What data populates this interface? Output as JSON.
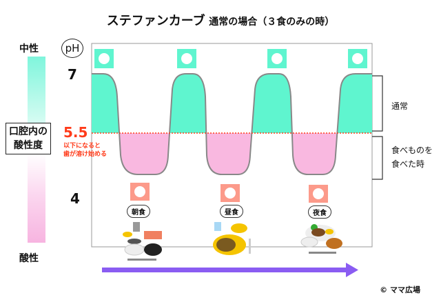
{
  "title": {
    "main": "ステファンカーブ",
    "sub": "通常の場合（３食のみの時）"
  },
  "scale": {
    "top": "中性",
    "bottom": "酸性",
    "box_line1": "口腔内の",
    "box_line2": "酸性度"
  },
  "axis": {
    "unit": "pH",
    "tick_7": "7",
    "tick_55": "5.5",
    "tick_4": "4",
    "note_line1": "以下になると",
    "note_line2": "歯が溶け始める"
  },
  "brackets": {
    "normal": "通常",
    "eating_line1": "食べものを",
    "eating_line2": "食べた時"
  },
  "meals": [
    "朝食",
    "昼食",
    "夜食"
  ],
  "colors": {
    "neutral": "#5ff5cf",
    "acid": "#f9b8e0",
    "arrow": "#8a5cf2",
    "threshold": "#ff3b1a",
    "tooth_bad": "#fc9a8a"
  },
  "copyright": "© ママ広場"
}
